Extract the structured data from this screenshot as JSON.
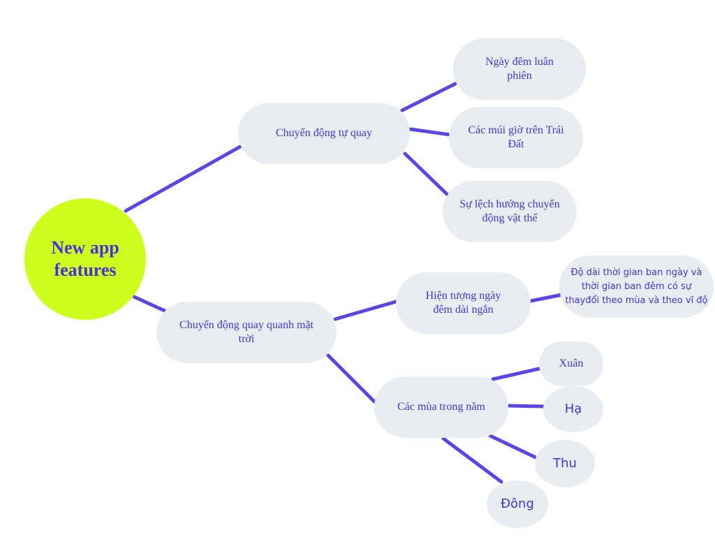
{
  "diagram": {
    "colors": {
      "edge": "#5b45e6",
      "node_fill": "#e9edf2",
      "root_fill": "#ccff1e",
      "text": "#4a30d8"
    },
    "root": {
      "label": "New app features"
    },
    "branch_rotation": {
      "label": "Chuyển động tự quay",
      "children": [
        {
          "label": "Ngày đêm luân phiên"
        },
        {
          "label": "Các múi giờ trên Trái Đất"
        },
        {
          "label": "Sự lệch hướng chuyển động vật thể"
        }
      ]
    },
    "branch_revolution": {
      "label": "Chuyển động quay quanh mặt trời",
      "day_night": {
        "label": "Hiện tượng ngày đêm dài ngắn",
        "detail": "Độ dài thời gian ban ngày và thời gian ban đêm có sự thayđổi theo mùa và theo vĩ độ"
      },
      "seasons": {
        "label": "Các mùa trong năm",
        "children": [
          {
            "label": "Xuân"
          },
          {
            "label": "Hạ"
          },
          {
            "label": "Thu"
          },
          {
            "label": "Đông"
          }
        ]
      }
    }
  }
}
